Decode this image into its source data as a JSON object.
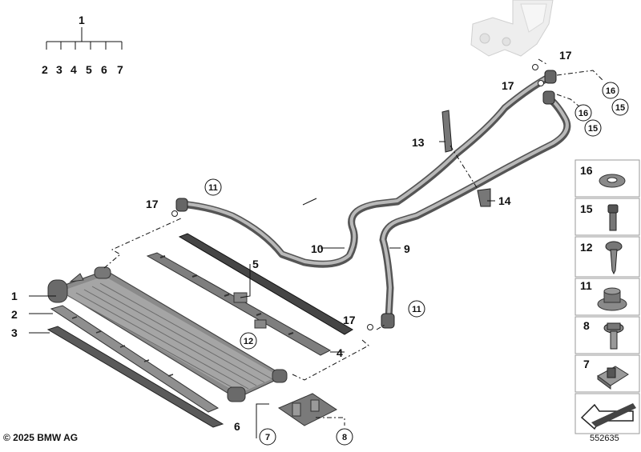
{
  "tree": {
    "root": "1",
    "children": [
      "2",
      "3",
      "4",
      "5",
      "6",
      "7"
    ]
  },
  "labels": {
    "p1": "1",
    "p2": "2",
    "p3": "3",
    "p4": "4",
    "p5": "5",
    "p6": "6",
    "p9": "9",
    "p10": "10",
    "p13": "13",
    "p14": "14",
    "p17a": "17",
    "p17b": "17",
    "p17c": "17",
    "p17d": "17"
  },
  "circled": {
    "c11a": "11",
    "c11b": "11",
    "c12": "12",
    "c7": "7",
    "c8": "8",
    "c16a": "16",
    "c15a": "15",
    "c16b": "16",
    "c15b": "15"
  },
  "legend": [
    {
      "num": "16",
      "icon": "washer-icon"
    },
    {
      "num": "15",
      "icon": "bolt-icon"
    },
    {
      "num": "12",
      "icon": "screw-icon"
    },
    {
      "num": "11",
      "icon": "flange-nut-icon"
    },
    {
      "num": "8",
      "icon": "hex-bolt-icon"
    },
    {
      "num": "7",
      "icon": "clip-nut-icon"
    }
  ],
  "footer": {
    "copyright": "© 2025 BMW AG",
    "diagram_id": "552635"
  }
}
